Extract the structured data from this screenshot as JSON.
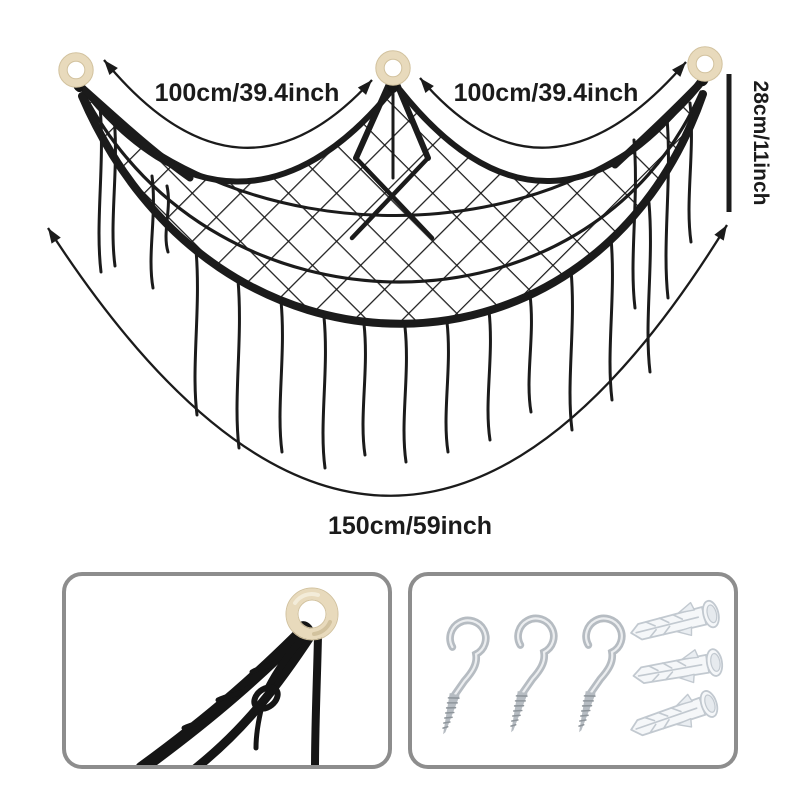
{
  "diagram": {
    "labels": {
      "top_left_width": "100cm/39.4inch",
      "top_right_width": "100cm/39.4inch",
      "side_height": "28cm/11inch",
      "bottom_width": "150cm/59inch"
    },
    "illustration": {
      "type": "macrame-hanging-net",
      "ring_count": 3,
      "net_color": "#1b1b1b",
      "ring_color": "#e8dabc"
    }
  },
  "panels": {
    "ring_closeup": {
      "icon": "wooden-ring-with-rope"
    },
    "hardware": {
      "hook_icon": "cup-hook-screw",
      "hook_count": 3,
      "anchor_icon": "wall-anchor-plug",
      "anchor_count": 3
    }
  },
  "colors": {
    "ink": "#1b1b1b",
    "ring": "#e8dabc",
    "ring_edge": "#d2c29e",
    "panel_border": "#8d8d8d",
    "metal": "#b6bcc2",
    "metal_dark": "#8e959b",
    "metal_light": "#eceef0",
    "anchor_fill": "#f5f7f9",
    "anchor_line": "#c2c9d0",
    "bg": "#ffffff"
  }
}
